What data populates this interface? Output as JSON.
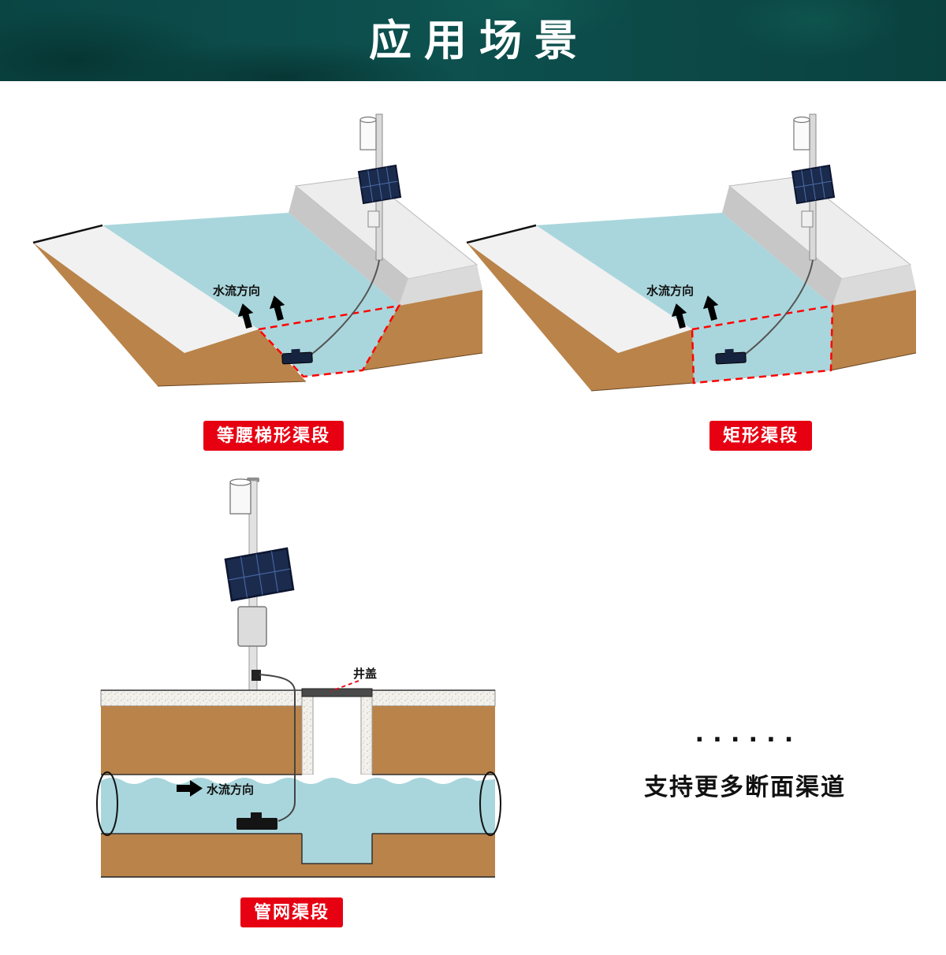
{
  "header": {
    "title": "应用场景"
  },
  "scenes": {
    "trapezoid": {
      "label": "等腰梯形渠段",
      "flow_label": "水流方向"
    },
    "rectangle": {
      "label": "矩形渠段",
      "flow_label": "水流方向"
    },
    "pipe": {
      "label": "管网渠段",
      "flow_label": "水流方向",
      "manhole_label": "井盖"
    }
  },
  "more": {
    "dots": "······",
    "text": "支持更多断面渠道"
  },
  "colors": {
    "header_bg": "#0b4a49",
    "accent_red": "#e60012",
    "water": "#a9d6dc",
    "soil": "#b9834a",
    "concrete": "#f1f1f1",
    "solar_panel": "#1b2b4d"
  }
}
